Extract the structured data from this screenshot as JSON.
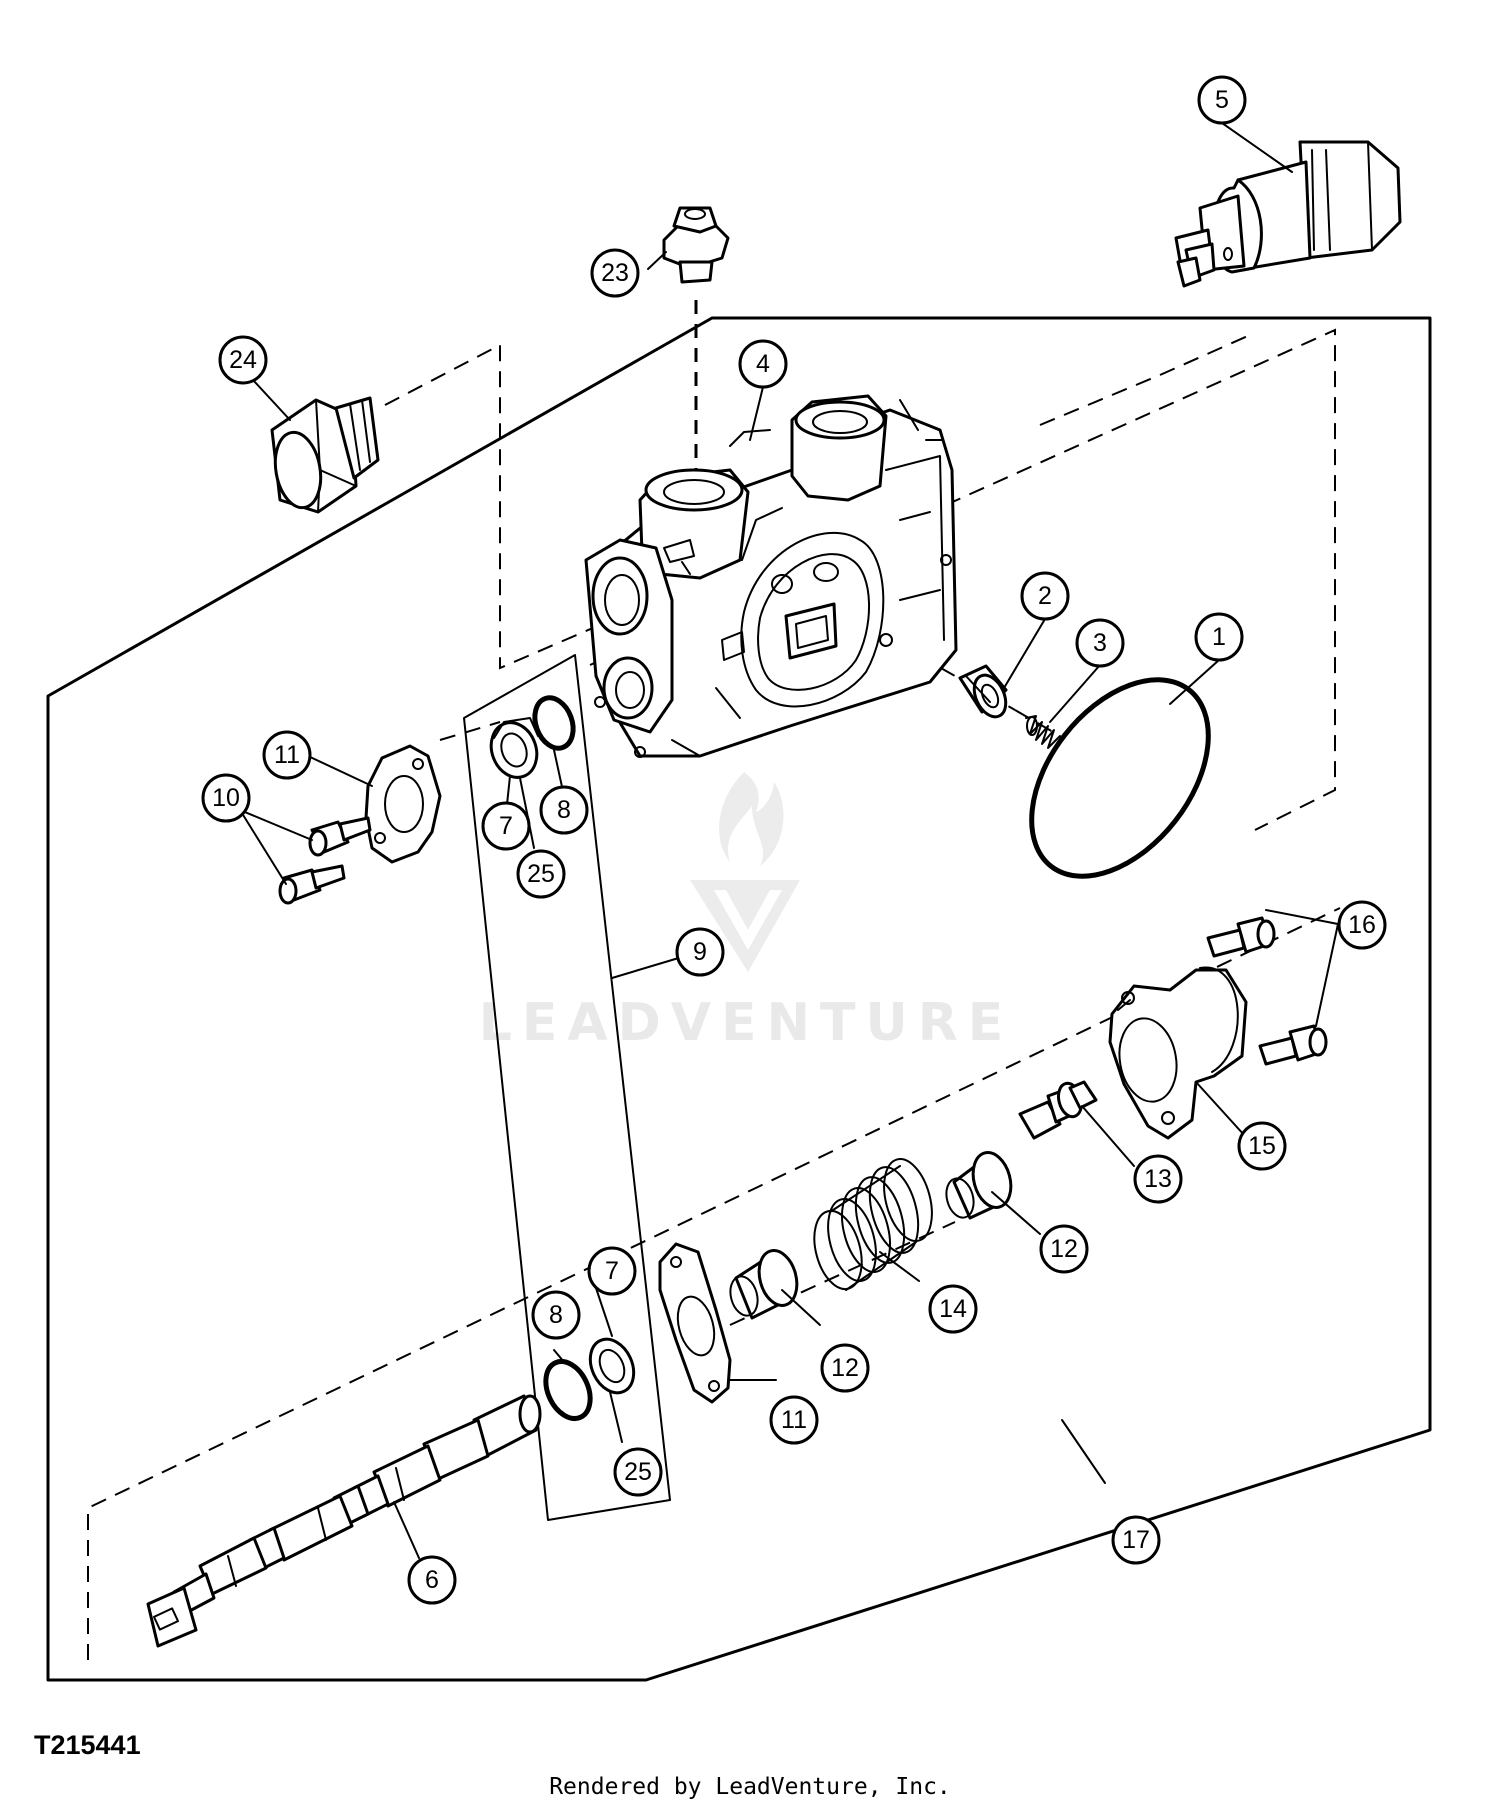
{
  "figure_id": "T215441",
  "footer": "Rendered by LeadVenture, Inc.",
  "watermark": "LEADVENTURE",
  "callouts": [
    {
      "key": "c1",
      "label": "1"
    },
    {
      "key": "c2",
      "label": "2"
    },
    {
      "key": "c3",
      "label": "3"
    },
    {
      "key": "c4",
      "label": "4"
    },
    {
      "key": "c5",
      "label": "5"
    },
    {
      "key": "c6",
      "label": "6"
    },
    {
      "key": "c7a",
      "label": "7"
    },
    {
      "key": "c7b",
      "label": "7"
    },
    {
      "key": "c8a",
      "label": "8"
    },
    {
      "key": "c8b",
      "label": "8"
    },
    {
      "key": "c9",
      "label": "9"
    },
    {
      "key": "c10",
      "label": "10"
    },
    {
      "key": "c11a",
      "label": "11"
    },
    {
      "key": "c11b",
      "label": "11"
    },
    {
      "key": "c12a",
      "label": "12"
    },
    {
      "key": "c12b",
      "label": "12"
    },
    {
      "key": "c13",
      "label": "13"
    },
    {
      "key": "c14",
      "label": "14"
    },
    {
      "key": "c15",
      "label": "15"
    },
    {
      "key": "c16",
      "label": "16"
    },
    {
      "key": "c17",
      "label": "17"
    },
    {
      "key": "c23",
      "label": "23"
    },
    {
      "key": "c24",
      "label": "24"
    },
    {
      "key": "c25a",
      "label": "25"
    },
    {
      "key": "c25b",
      "label": "25"
    }
  ]
}
